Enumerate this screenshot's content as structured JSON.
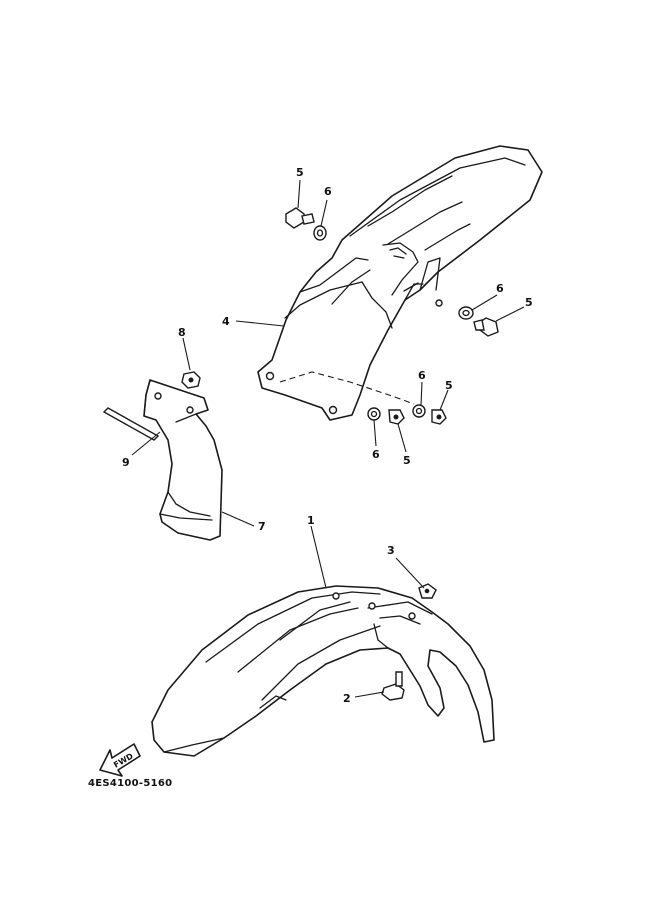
{
  "diagram": {
    "callouts": [
      {
        "id": "c5a",
        "label": "5"
      },
      {
        "id": "c6a",
        "label": "6"
      },
      {
        "id": "c6b",
        "label": "6"
      },
      {
        "id": "c5b",
        "label": "5"
      },
      {
        "id": "c4",
        "label": "4"
      },
      {
        "id": "c8",
        "label": "8"
      },
      {
        "id": "c6c",
        "label": "6"
      },
      {
        "id": "c5c",
        "label": "5"
      },
      {
        "id": "c6d",
        "label": "6"
      },
      {
        "id": "c5d",
        "label": "5"
      },
      {
        "id": "c9",
        "label": "9"
      },
      {
        "id": "c7",
        "label": "7"
      },
      {
        "id": "c1",
        "label": "1"
      },
      {
        "id": "c3",
        "label": "3"
      },
      {
        "id": "c2",
        "label": "2"
      }
    ],
    "fwd_label": "FWD",
    "drawing_code": "4ES4100-5160"
  }
}
